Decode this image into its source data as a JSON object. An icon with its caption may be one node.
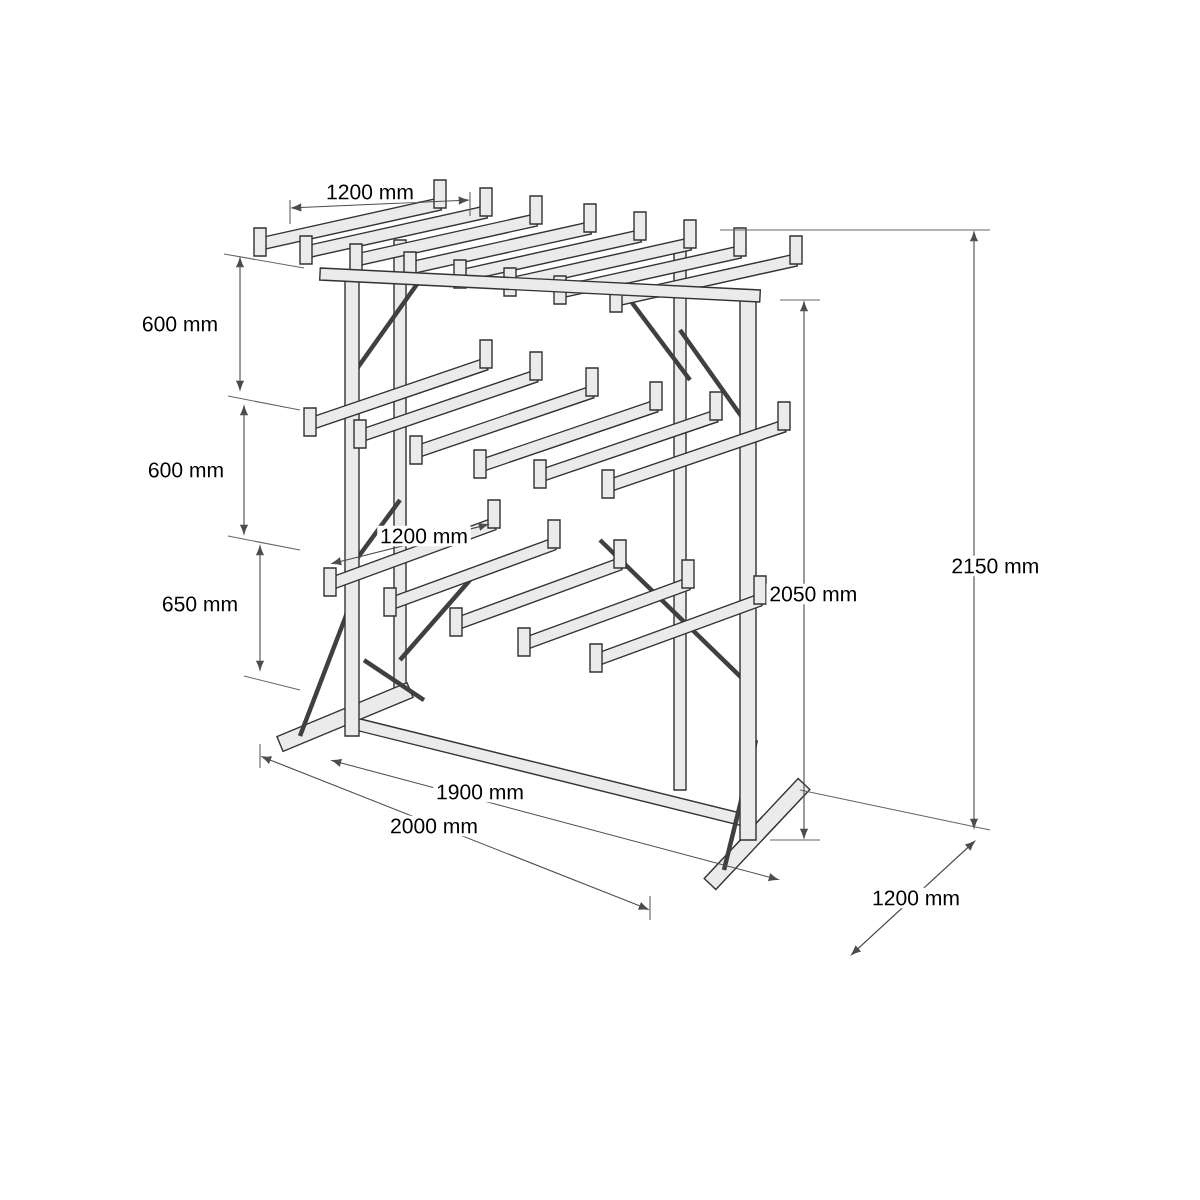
{
  "diagram": {
    "labels": [
      "1200 mm",
      "600 mm",
      "600 mm",
      "1200 mm",
      "650 mm",
      "2050 mm",
      "2150 mm",
      "1900 mm",
      "2000 mm",
      "1200 mm"
    ]
  }
}
